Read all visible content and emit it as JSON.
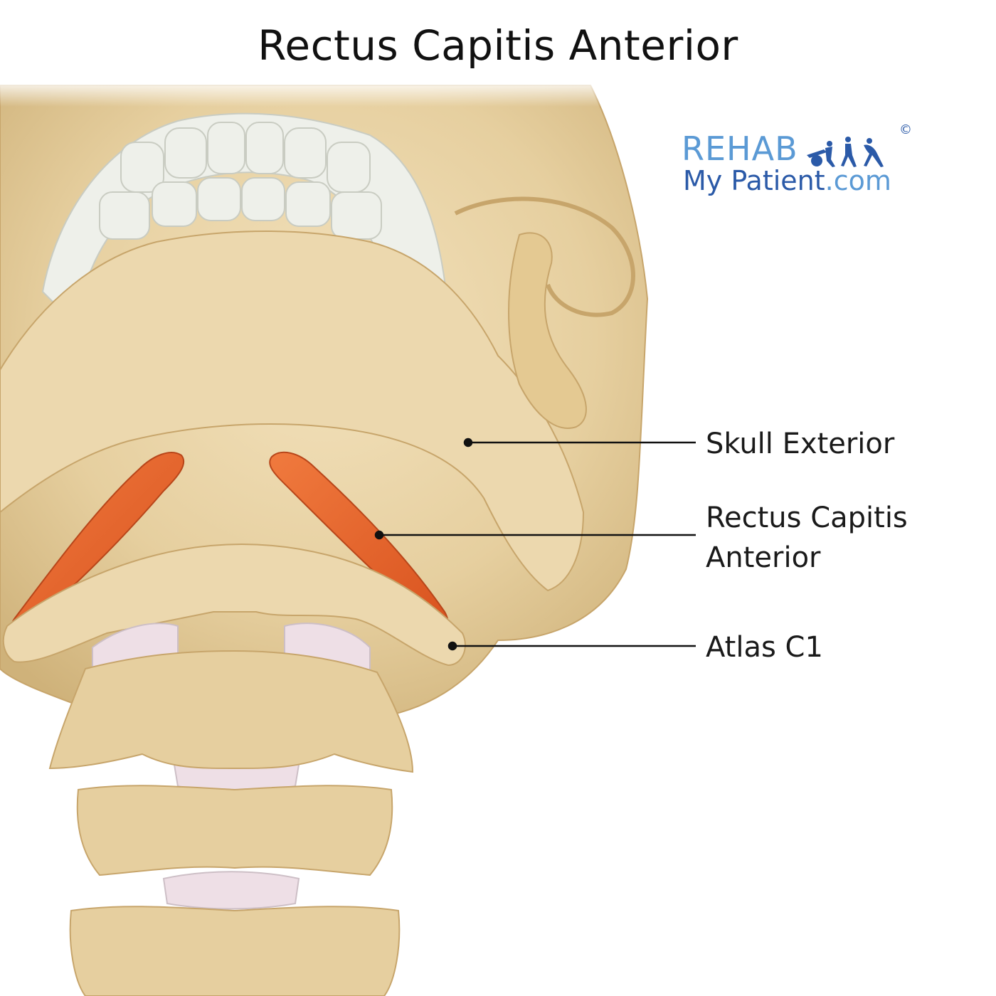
{
  "title": "Rectus Capitis Anterior",
  "logo": {
    "line1": "REHAB",
    "line2_main": "My Patient",
    "line2_suffix": ".com",
    "copyright": "©"
  },
  "labels": {
    "skull": "Skull Exterior",
    "rectus_line1": "Rectus Capitis",
    "rectus_line2": "Anterior",
    "atlas": "Atlas C1"
  },
  "colors": {
    "bone": "#e9d3a5",
    "bone_shadow": "#c9ab72",
    "teeth": "#eef0ea",
    "muscle": "#e8662e",
    "disc": "#eedfe6",
    "brand_light": "#5b9ad5",
    "brand_dark": "#2b5aa8"
  }
}
